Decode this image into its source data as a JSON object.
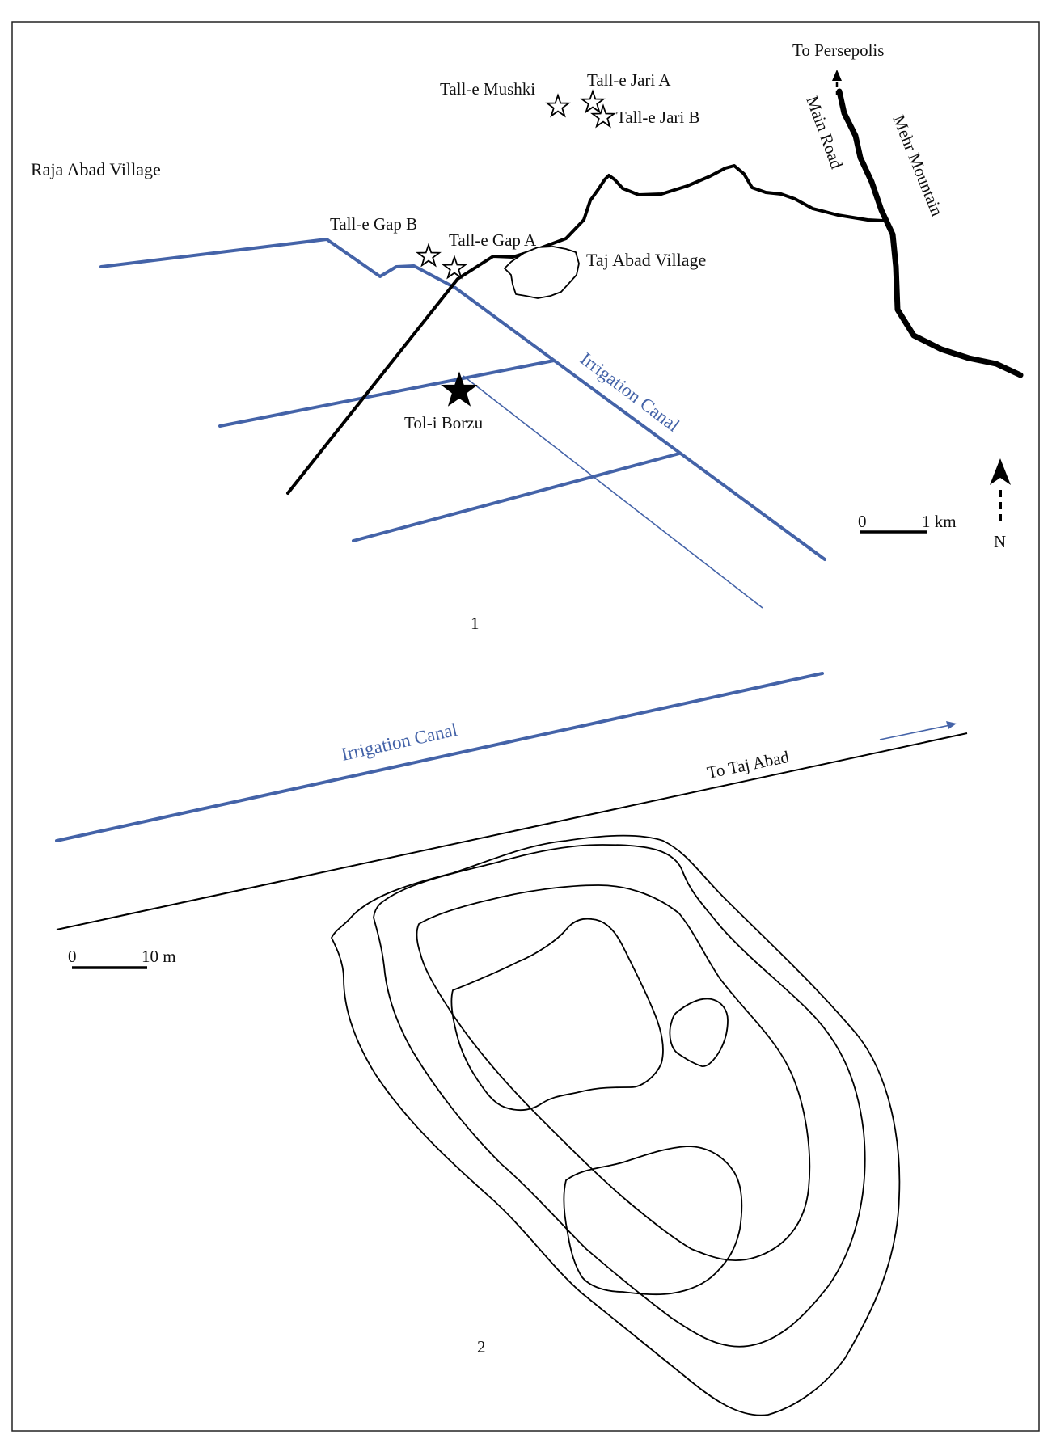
{
  "map1": {
    "panel_number": "1",
    "places": {
      "raja_abad": "Raja Abad Village",
      "taj_abad": "Taj Abad Village",
      "mehr_mountain": "Mehr Mountain",
      "main_road": "Main Road",
      "to_persepolis": "To Persepolis",
      "irrigation_canal": "Irrigation Canal"
    },
    "sites": {
      "tall_e_mushki": "Tall-e Mushki",
      "tall_e_jari_a": "Tall-e Jari A",
      "tall_e_jari_b": "Tall-e Jari B",
      "tall_e_gap_b": "Tall-e Gap B",
      "tall_e_gap_a": "Tall-e Gap A",
      "tol_i_borzu": "Tol-i Borzu"
    },
    "scale": {
      "zero": "0",
      "value": "1 km"
    },
    "north": "N"
  },
  "map2": {
    "panel_number": "2",
    "irrigation_canal": "Irrigation Canal",
    "road_label": "To Taj Abad",
    "scale": {
      "zero": "0",
      "value": "10 m"
    }
  },
  "colors": {
    "canal_blue": "#4463a8",
    "ink": "#000000",
    "paper": "#ffffff"
  }
}
